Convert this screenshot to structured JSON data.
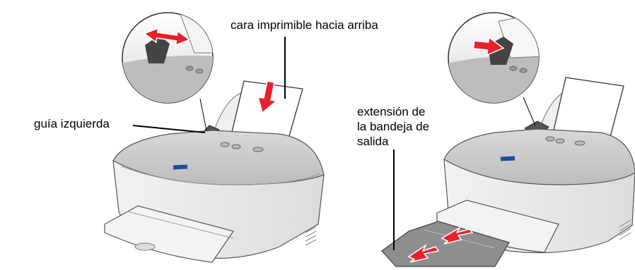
{
  "labels": {
    "printable_side": "cara imprimible hacia arriba",
    "left_guide": "guía izquierda",
    "output_tray_extension": [
      "extensión de",
      "la bandeja de",
      "salida"
    ]
  },
  "colors": {
    "arrow": "#e8202a",
    "printer_body": "#e6e6e6",
    "printer_top": "#c9c9c9",
    "tray": "#eeeeee",
    "extension": "#8e8e8e",
    "logo": "#1c4c9c"
  },
  "arrows": [
    {
      "name": "double-arrow-left-guide-detail",
      "meaning": "slide left guide"
    },
    {
      "name": "arrow-down-paper",
      "meaning": "insert paper"
    },
    {
      "name": "arrow-right-guide-detail",
      "meaning": "slide guide against paper"
    },
    {
      "name": "arrow-extension-1",
      "meaning": "pull out extension"
    },
    {
      "name": "arrow-extension-2",
      "meaning": "pull out extension"
    }
  ]
}
